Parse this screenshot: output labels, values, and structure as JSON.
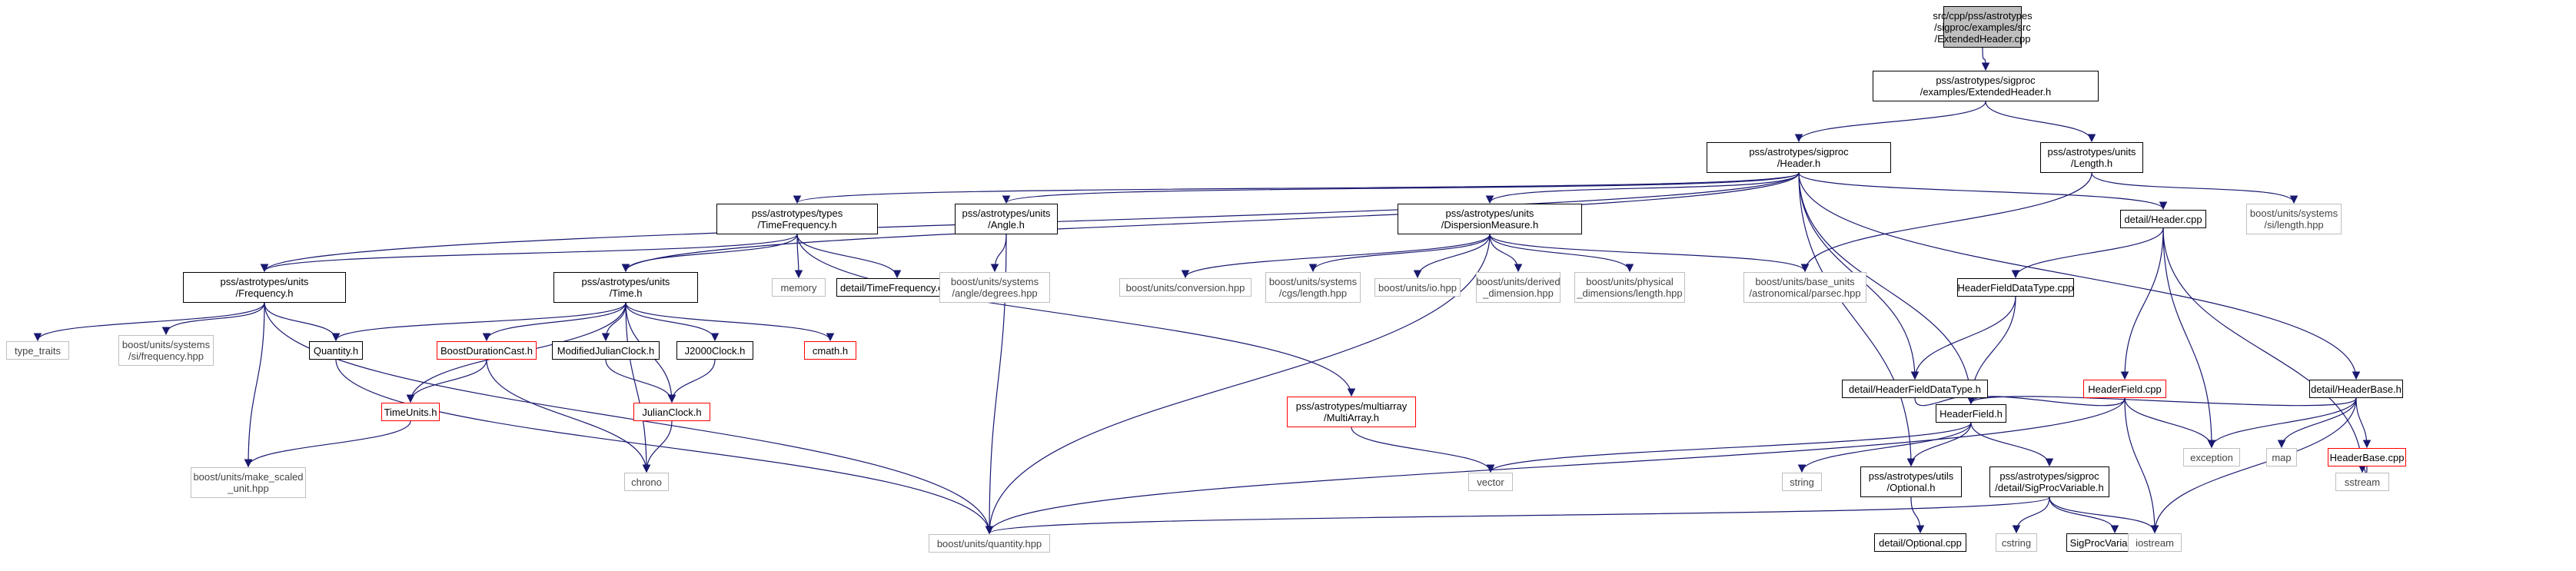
{
  "colors": {
    "edge": "#191970",
    "box_border": "#000000",
    "external_border": "#bfbfbf",
    "truncated_border": "#ff0000",
    "root_fill": "#bfbfbf"
  },
  "nodes": [
    {
      "id": "root",
      "label": "src/cpp/pss/astrotypes\n/sigproc/examples/src\n/ExtendedHeader.cpp",
      "kind": "root"
    },
    {
      "id": "exthdr",
      "label": "pss/astrotypes/sigproc\n/examples/ExtendedHeader.h",
      "kind": "inc"
    },
    {
      "id": "header",
      "label": "pss/astrotypes/sigproc\n/Header.h",
      "kind": "inc"
    },
    {
      "id": "length",
      "label": "pss/astrotypes/units\n/Length.h",
      "kind": "inc"
    },
    {
      "id": "silength",
      "label": "boost/units/systems\n/si/length.hpp",
      "kind": "ext"
    },
    {
      "id": "timefreq",
      "label": "pss/astrotypes/types\n/TimeFrequency.h",
      "kind": "inc"
    },
    {
      "id": "angle",
      "label": "pss/astrotypes/units\n/Angle.h",
      "kind": "inc"
    },
    {
      "id": "dm",
      "label": "pss/astrotypes/units\n/DispersionMeasure.h",
      "kind": "inc"
    },
    {
      "id": "hdrcpp",
      "label": "detail/Header.cpp",
      "kind": "inc"
    },
    {
      "id": "freq",
      "label": "pss/astrotypes/units\n/Frequency.h",
      "kind": "inc"
    },
    {
      "id": "time",
      "label": "pss/astrotypes/units\n/Time.h",
      "kind": "inc"
    },
    {
      "id": "memory",
      "label": "memory",
      "kind": "ext"
    },
    {
      "id": "tfcpp",
      "label": "detail/TimeFrequency.cpp",
      "kind": "inc"
    },
    {
      "id": "degrees",
      "label": "boost/units/systems\n/angle/degrees.hpp",
      "kind": "ext"
    },
    {
      "id": "conversion",
      "label": "boost/units/conversion.hpp",
      "kind": "ext"
    },
    {
      "id": "cgslength",
      "label": "boost/units/systems\n/cgs/length.hpp",
      "kind": "ext"
    },
    {
      "id": "io",
      "label": "boost/units/io.hpp",
      "kind": "ext"
    },
    {
      "id": "derived",
      "label": "boost/units/derived\n_dimension.hpp",
      "kind": "ext"
    },
    {
      "id": "physical",
      "label": "boost/units/physical\n_dimensions/length.hpp",
      "kind": "ext"
    },
    {
      "id": "parsec",
      "label": "boost/units/base_units\n/astronomical/parsec.hpp",
      "kind": "ext"
    },
    {
      "id": "hftcpp",
      "label": "HeaderFieldDataType.cpp",
      "kind": "inc"
    },
    {
      "id": "typetraits",
      "label": "type_traits",
      "kind": "ext"
    },
    {
      "id": "sifreq",
      "label": "boost/units/systems\n/si/frequency.hpp",
      "kind": "ext"
    },
    {
      "id": "quantity_h",
      "label": "Quantity.h",
      "kind": "inc"
    },
    {
      "id": "bdc",
      "label": "BoostDurationCast.h",
      "kind": "red"
    },
    {
      "id": "mjc",
      "label": "ModifiedJulianClock.h",
      "kind": "inc"
    },
    {
      "id": "j2000",
      "label": "J2000Clock.h",
      "kind": "inc"
    },
    {
      "id": "cmath",
      "label": "cmath.h",
      "kind": "red"
    },
    {
      "id": "hfdt",
      "label": "detail/HeaderFieldDataType.h",
      "kind": "inc"
    },
    {
      "id": "hfcpp",
      "label": "HeaderField.cpp",
      "kind": "red"
    },
    {
      "id": "hdrbase",
      "label": "detail/HeaderBase.h",
      "kind": "inc"
    },
    {
      "id": "timeunits",
      "label": "TimeUnits.h",
      "kind": "red"
    },
    {
      "id": "julian",
      "label": "JulianClock.h",
      "kind": "red"
    },
    {
      "id": "multiarray",
      "label": "pss/astrotypes/multiarray\n/MultiArray.h",
      "kind": "red"
    },
    {
      "id": "headerfield",
      "label": "HeaderField.h",
      "kind": "inc"
    },
    {
      "id": "exception",
      "label": "exception",
      "kind": "ext"
    },
    {
      "id": "map",
      "label": "map",
      "kind": "ext"
    },
    {
      "id": "hbcpp",
      "label": "HeaderBase.cpp",
      "kind": "red"
    },
    {
      "id": "scaled",
      "label": "boost/units/make_scaled\n_unit.hpp",
      "kind": "ext"
    },
    {
      "id": "chrono",
      "label": "chrono",
      "kind": "ext"
    },
    {
      "id": "vector",
      "label": "vector",
      "kind": "ext"
    },
    {
      "id": "string",
      "label": "string",
      "kind": "ext"
    },
    {
      "id": "optional",
      "label": "pss/astrotypes/utils\n/Optional.h",
      "kind": "inc"
    },
    {
      "id": "spv",
      "label": "pss/astrotypes/sigproc\n/detail/SigProcVariable.h",
      "kind": "inc"
    },
    {
      "id": "sstream",
      "label": "sstream",
      "kind": "ext"
    },
    {
      "id": "optcpp",
      "label": "detail/Optional.cpp",
      "kind": "inc"
    },
    {
      "id": "cstring",
      "label": "cstring",
      "kind": "ext"
    },
    {
      "id": "spvcpp",
      "label": "SigProcVariable.cpp",
      "kind": "inc"
    },
    {
      "id": "iostream",
      "label": "iostream",
      "kind": "ext"
    },
    {
      "id": "quantity",
      "label": "boost/units/quantity.hpp",
      "kind": "ext"
    }
  ],
  "edges": [
    [
      "root",
      "exthdr"
    ],
    [
      "exthdr",
      "header"
    ],
    [
      "exthdr",
      "length"
    ],
    [
      "length",
      "silength"
    ],
    [
      "length",
      "parsec"
    ],
    [
      "header",
      "timefreq"
    ],
    [
      "header",
      "angle"
    ],
    [
      "header",
      "dm"
    ],
    [
      "header",
      "hdrcpp"
    ],
    [
      "header",
      "freq"
    ],
    [
      "header",
      "time"
    ],
    [
      "header",
      "hfdt"
    ],
    [
      "header",
      "headerfield"
    ],
    [
      "header",
      "optional"
    ],
    [
      "header",
      "hdrbase"
    ],
    [
      "timefreq",
      "freq"
    ],
    [
      "timefreq",
      "time"
    ],
    [
      "timefreq",
      "memory"
    ],
    [
      "timefreq",
      "tfcpp"
    ],
    [
      "timefreq",
      "multiarray"
    ],
    [
      "angle",
      "degrees"
    ],
    [
      "angle",
      "quantity"
    ],
    [
      "dm",
      "quantity"
    ],
    [
      "dm",
      "conversion"
    ],
    [
      "dm",
      "cgslength"
    ],
    [
      "dm",
      "io"
    ],
    [
      "dm",
      "derived"
    ],
    [
      "dm",
      "physical"
    ],
    [
      "dm",
      "parsec"
    ],
    [
      "hdrcpp",
      "hftcpp"
    ],
    [
      "hdrcpp",
      "hfcpp"
    ],
    [
      "hdrcpp",
      "exception"
    ],
    [
      "hdrcpp",
      "sstream"
    ],
    [
      "hftcpp",
      "hfdt"
    ],
    [
      "hftcpp",
      "headerfield"
    ],
    [
      "hfdt",
      "headerfield"
    ],
    [
      "freq",
      "typetraits"
    ],
    [
      "freq",
      "sifreq"
    ],
    [
      "freq",
      "quantity_h"
    ],
    [
      "freq",
      "scaled"
    ],
    [
      "freq",
      "quantity"
    ],
    [
      "time",
      "quantity_h"
    ],
    [
      "time",
      "bdc"
    ],
    [
      "time",
      "mjc"
    ],
    [
      "time",
      "j2000"
    ],
    [
      "time",
      "cmath"
    ],
    [
      "time",
      "timeunits"
    ],
    [
      "time",
      "julian"
    ],
    [
      "time",
      "chrono"
    ],
    [
      "quantity_h",
      "quantity"
    ],
    [
      "bdc",
      "timeunits"
    ],
    [
      "bdc",
      "chrono"
    ],
    [
      "mjc",
      "julian"
    ],
    [
      "j2000",
      "julian"
    ],
    [
      "julian",
      "chrono"
    ],
    [
      "timeunits",
      "scaled"
    ],
    [
      "multiarray",
      "vector"
    ],
    [
      "hfcpp",
      "headerfield"
    ],
    [
      "hfcpp",
      "exception"
    ],
    [
      "hfcpp",
      "iostream"
    ],
    [
      "hfcpp",
      "quantity"
    ],
    [
      "hdrbase",
      "headerfield"
    ],
    [
      "hdrbase",
      "exception"
    ],
    [
      "hdrbase",
      "map"
    ],
    [
      "hdrbase",
      "hbcpp"
    ],
    [
      "hdrbase",
      "iostream"
    ],
    [
      "hbcpp",
      "sstream"
    ],
    [
      "headerfield",
      "vector"
    ],
    [
      "headerfield",
      "string"
    ],
    [
      "headerfield",
      "optional"
    ],
    [
      "headerfield",
      "spv"
    ],
    [
      "optional",
      "optcpp"
    ],
    [
      "spv",
      "quantity"
    ],
    [
      "spv",
      "cstring"
    ],
    [
      "spv",
      "spvcpp"
    ],
    [
      "spv",
      "iostream"
    ]
  ]
}
